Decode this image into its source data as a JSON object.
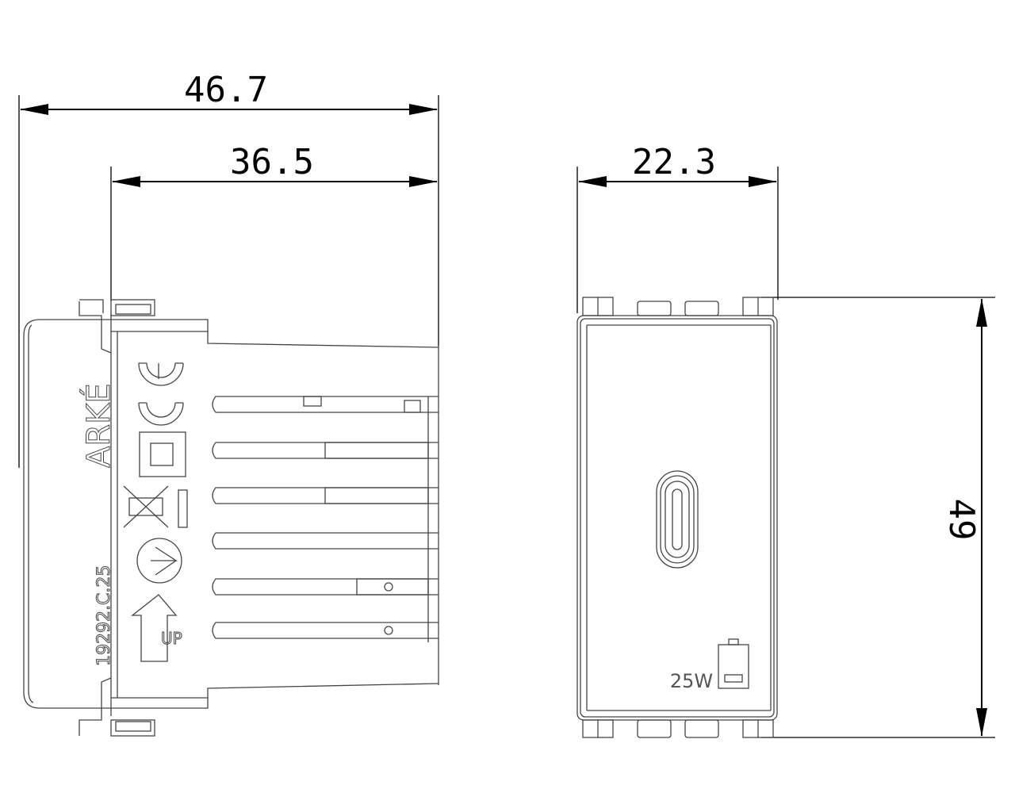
{
  "dimensions": {
    "overall_depth": "46.7",
    "body_depth": "36.5",
    "width": "22.3",
    "height": "49"
  },
  "side_view": {
    "brand": "ARKÉ",
    "code": "19292.C.25",
    "orientation_label": "UP"
  },
  "front_view": {
    "power_label": "25W"
  }
}
